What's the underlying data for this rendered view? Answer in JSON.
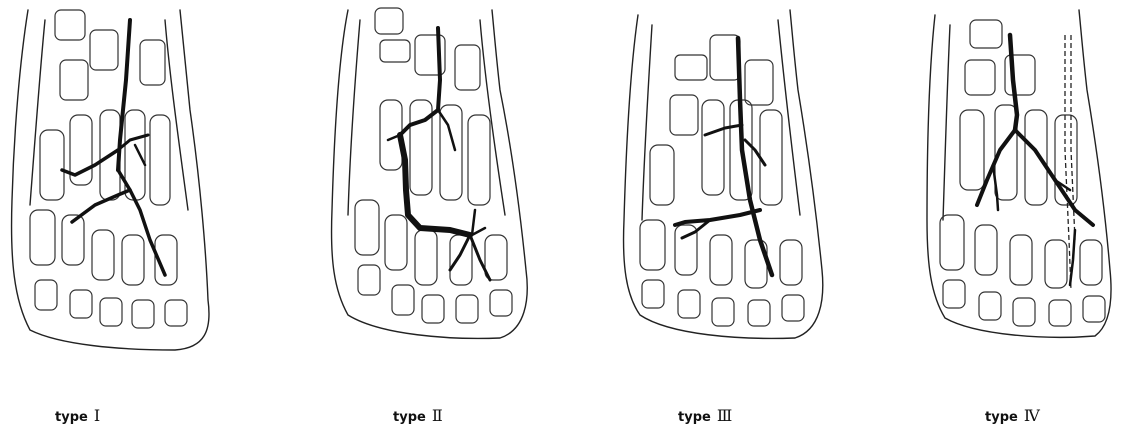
{
  "panels": [
    {
      "caption": "type",
      "numeral": "Ⅰ"
    },
    {
      "caption": "type",
      "numeral": "Ⅱ"
    },
    {
      "caption": "type",
      "numeral": "Ⅲ"
    },
    {
      "caption": "type",
      "numeral": "Ⅳ"
    }
  ],
  "colors": {
    "ink": "#111111",
    "background": "#ffffff"
  }
}
